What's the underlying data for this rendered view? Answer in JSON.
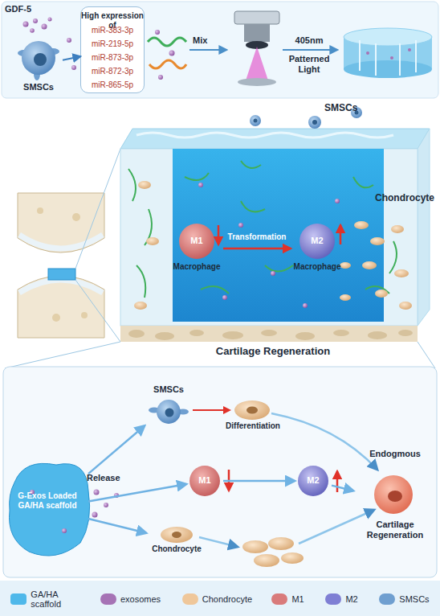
{
  "diagram": {
    "nodes": [
      {
        "text": [
          "SMSCs"
        ]
      },
      {
        "text": [
          "High expression of",
          "miR-383-3p",
          "miR-219-5p",
          "miR-873-3p",
          "miR-872-3p",
          "miR-865-5p"
        ]
      },
      {
        "text": [
          "M1",
          "Macrophage"
        ]
      },
      {
        "text": [
          "M2",
          "Macrophage"
        ]
      },
      {
        "text": [
          "SMSCs"
        ]
      },
      {
        "text": [
          "G-Exos Loaded GA/HA scaffold"
        ]
      },
      {
        "text": [
          "M1"
        ]
      },
      {
        "text": [
          "M2"
        ]
      },
      {
        "text": [
          "Endogmous",
          "Cartilage Regeneration"
        ]
      },
      {
        "text": [
          "Chondrocyte"
        ]
      }
    ],
    "edges": [
      {
        "from": 0,
        "to": 1,
        "arrow": "to"
      },
      {
        "from": 2,
        "to": 3,
        "label": "Transformation",
        "arrow": "to"
      },
      {
        "from": 5,
        "to": 4,
        "arrow": "to"
      },
      {
        "from": 5,
        "to": 6,
        "arrow": "to"
      },
      {
        "from": 5,
        "to": 9,
        "arrow": "to"
      },
      {
        "from": 6,
        "to": 7,
        "arrow": "to"
      },
      {
        "from": 7,
        "to": 8,
        "arrow": "to"
      }
    ],
    "labels": [
      "GDF-5",
      "Mix",
      "405nm",
      "Patterned Light",
      "SMSCs",
      "Chondrocyte",
      "Cartilage Regeneration",
      "Release",
      "Differentiation"
    ],
    "legend": [
      {
        "text": "GA/HA scaffold",
        "color": "#4fb8ea"
      },
      {
        "text": "exosomes",
        "color": "#a673b5"
      },
      {
        "text": "Chondrocyte",
        "color": "#efc79a"
      },
      {
        "text": "M1",
        "color": "#d97b7b"
      },
      {
        "text": "M2",
        "color": "#7f7fd4"
      },
      {
        "text": "SMSCs",
        "color": "#6f9fd0"
      }
    ]
  }
}
